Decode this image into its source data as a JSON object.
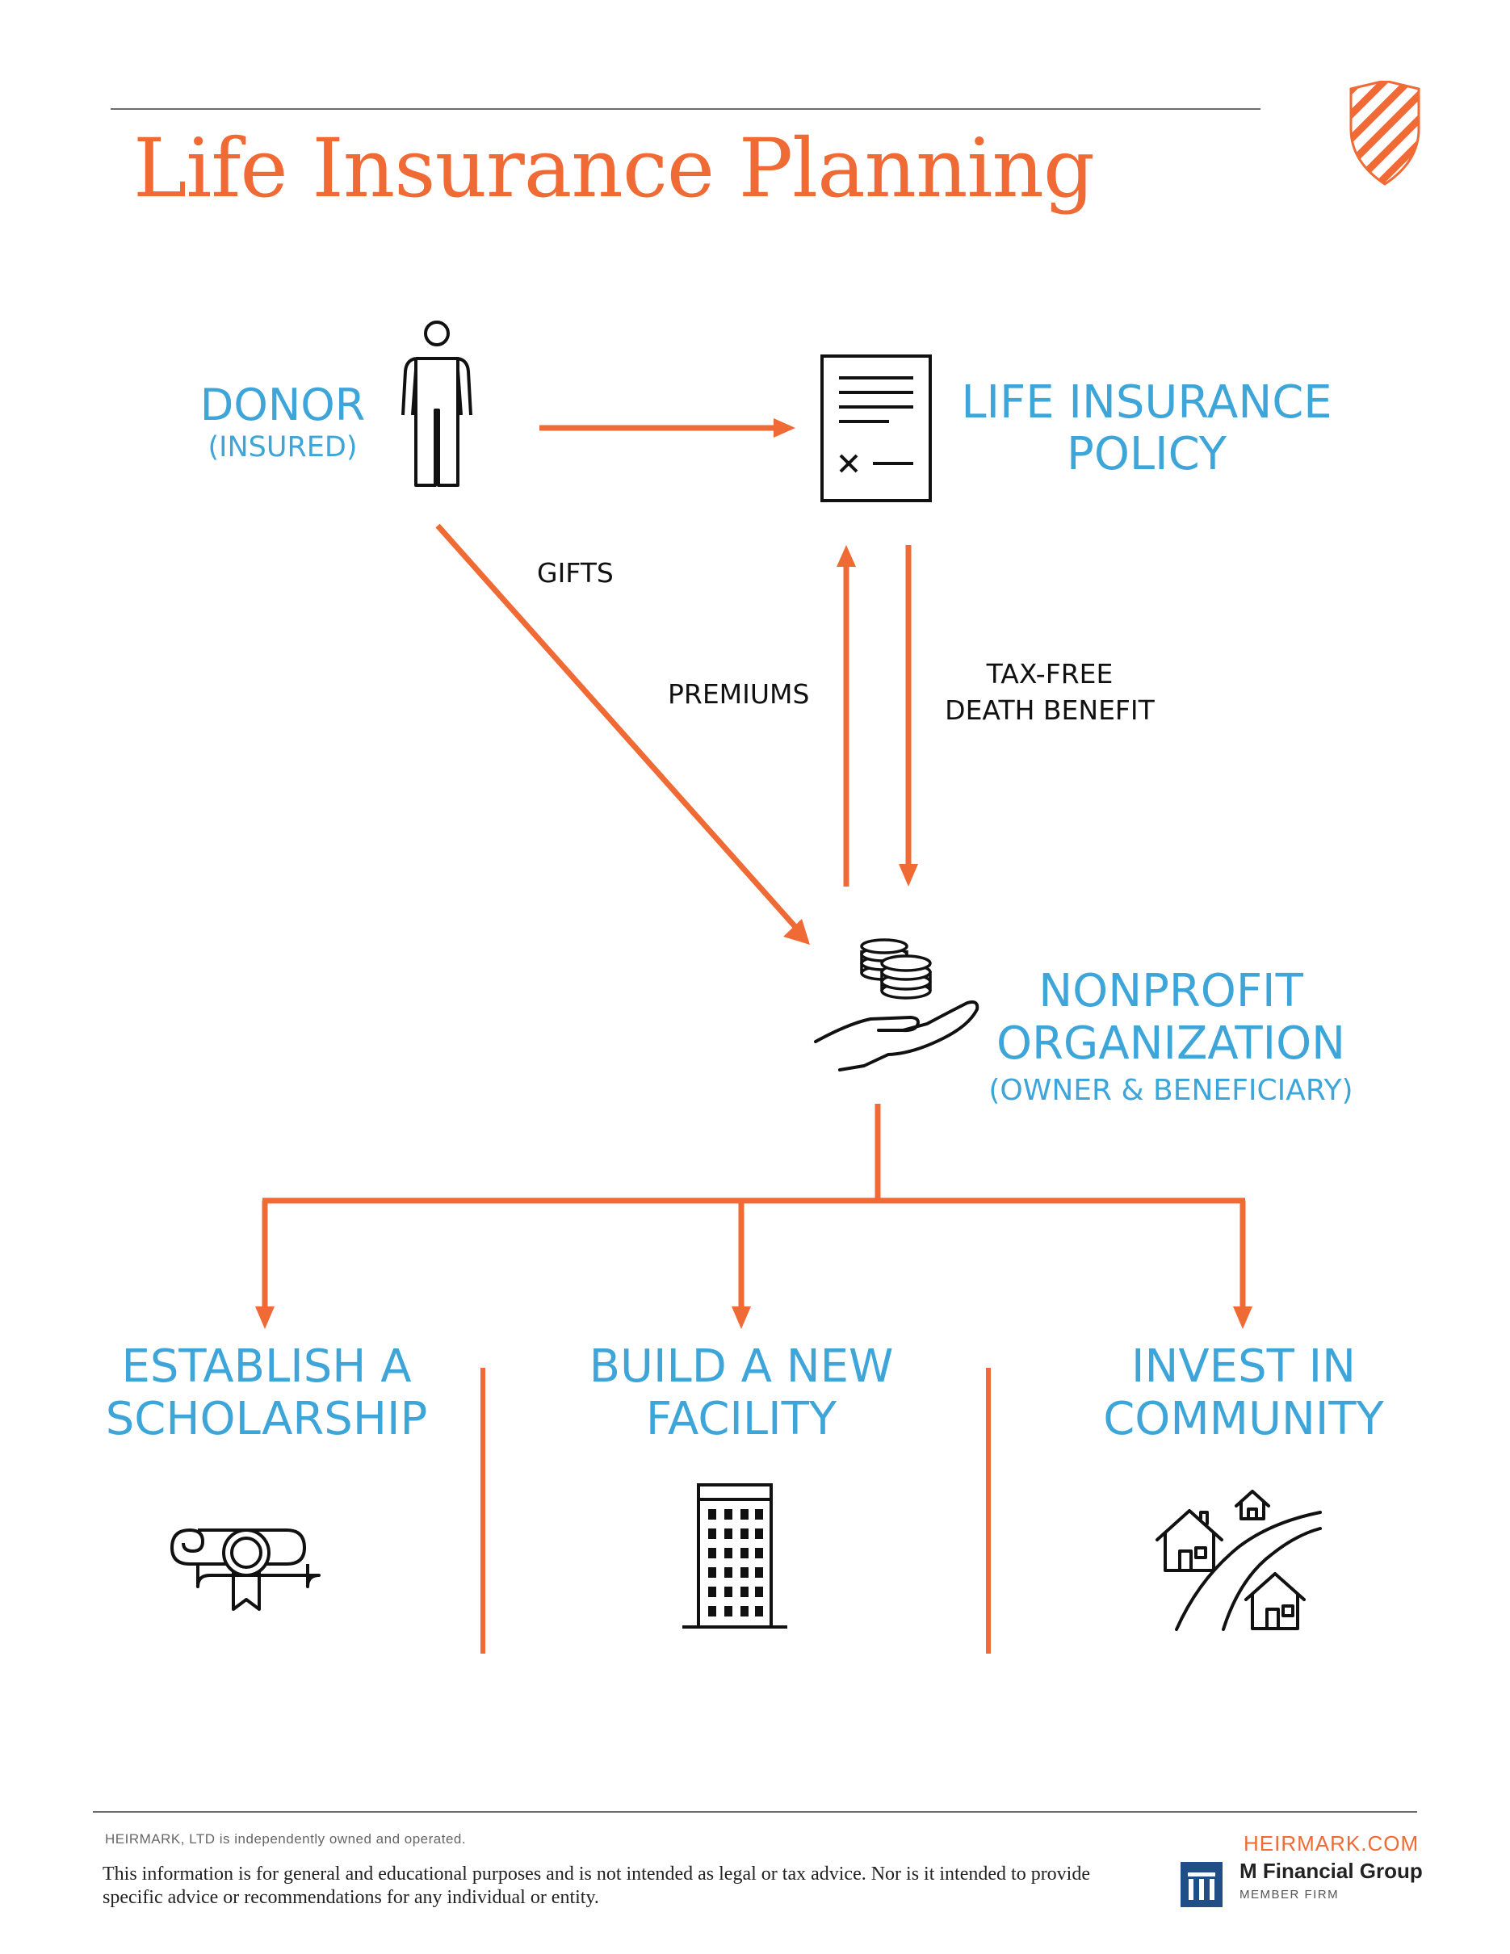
{
  "header": {
    "title": "Life Insurance Planning"
  },
  "nodes": {
    "donor": {
      "title": "DONOR",
      "subtitle": "(INSURED)"
    },
    "policy": {
      "title_line1": "LIFE INSURANCE",
      "title_line2": "POLICY"
    },
    "nonprofit": {
      "title_line1": "NONPROFIT",
      "title_line2": "ORGANIZATION",
      "subtitle": "(OWNER & BENEFICIARY)"
    }
  },
  "edges": {
    "gifts": "GIFTS",
    "premiums": "PREMIUMS",
    "death_benefit_line1": "TAX-FREE",
    "death_benefit_line2": "DEATH BENEFIT"
  },
  "outcomes": [
    {
      "line1": "ESTABLISH A",
      "line2": "SCHOLARSHIP",
      "icon": "diploma-icon"
    },
    {
      "line1": "BUILD A NEW",
      "line2": "FACILITY",
      "icon": "building-icon"
    },
    {
      "line1": "INVEST IN",
      "line2": "COMMUNITY",
      "icon": "houses-icon"
    }
  ],
  "footer": {
    "ownership_note": "HEIRMARK, LTD is independently owned and operated.",
    "disclaimer": "This information is for general and educational purposes and is not intended as legal or tax advice. Nor is it intended to provide specific advice or recommendations for any individual or entity.",
    "website": "HEIRMARK.COM",
    "partner_name": "M Financial Group",
    "partner_sub": "MEMBER FIRM"
  },
  "colors": {
    "accent": "#f06a35",
    "blue": "#3ea5d9",
    "ink": "#111111"
  }
}
